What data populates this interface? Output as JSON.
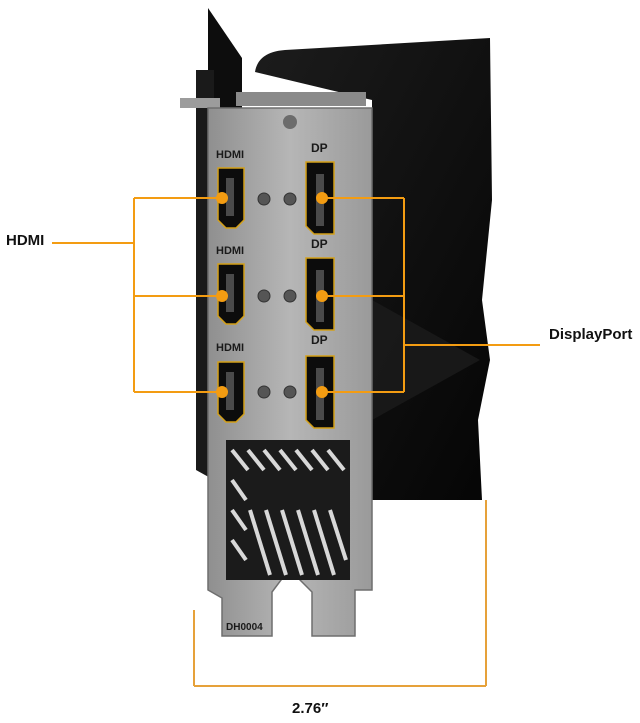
{
  "labels": {
    "hdmi": "HDMI",
    "displayport": "DisplayPort",
    "dimension": "2.76″"
  },
  "bracket_markings": {
    "hdmi": "HDMI",
    "dp": "DP",
    "part_code": "DH0004"
  },
  "colors": {
    "callout": "#f39c12",
    "bracket": "#a8a8a8",
    "cooler": "#121212",
    "port_outline": "#d4a017",
    "dimension_line": "#e6a13a"
  }
}
